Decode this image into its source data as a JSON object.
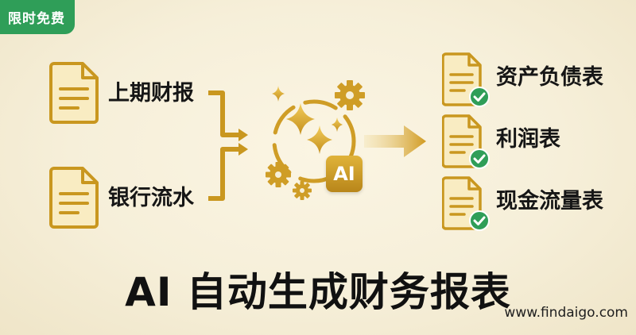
{
  "badge": {
    "text": "限时免费"
  },
  "inputs": [
    {
      "label": "上期财报",
      "icon": "document-icon"
    },
    {
      "label": "银行流水",
      "icon": "document-icon"
    }
  ],
  "processor": {
    "ai_label": "AI",
    "icons": [
      "sparkle-icon",
      "gear-icon"
    ]
  },
  "outputs": [
    {
      "label": "资产负债表",
      "icon": "document-check-icon"
    },
    {
      "label": "利润表",
      "icon": "document-check-icon"
    },
    {
      "label": "现金流量表",
      "icon": "document-check-icon"
    }
  ],
  "headline": "AI 自动生成财务报表",
  "url": "www.findaigo.com",
  "colors": {
    "gold": "#d4a52c",
    "green": "#2f9e58",
    "background": "#f6efd9"
  }
}
